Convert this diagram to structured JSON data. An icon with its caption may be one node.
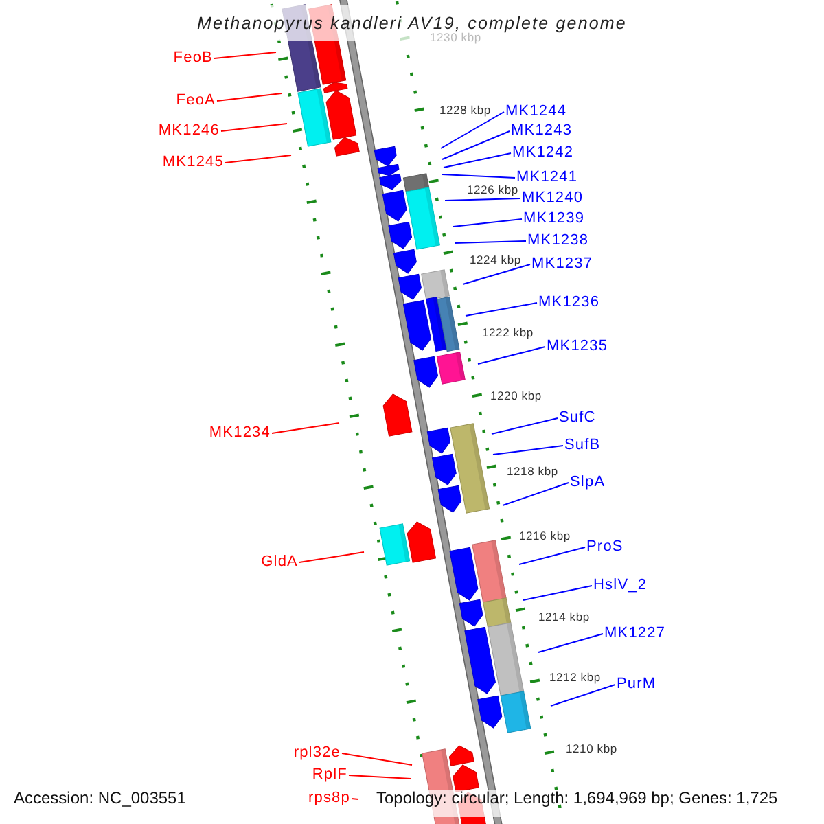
{
  "diagram": {
    "title": "Methanopyrus kandleri AV19, complete genome",
    "nodes": [
      {
        "text": [
          "FeoB"
        ]
      },
      {
        "text": [
          "FeoA"
        ]
      },
      {
        "text": [
          "MK1246"
        ]
      },
      {
        "text": [
          "MK1245"
        ]
      },
      {
        "text": [
          "MK1234"
        ]
      },
      {
        "text": [
          "GldA"
        ]
      },
      {
        "text": [
          "rpl32e"
        ]
      },
      {
        "text": [
          "RplF"
        ]
      },
      {
        "text": [
          "rps8p"
        ]
      },
      {
        "text": [
          "MK1244"
        ]
      },
      {
        "text": [
          "MK1243"
        ]
      },
      {
        "text": [
          "MK1242"
        ]
      },
      {
        "text": [
          "MK1241"
        ]
      },
      {
        "text": [
          "MK1240"
        ]
      },
      {
        "text": [
          "MK1239"
        ]
      },
      {
        "text": [
          "MK1238"
        ]
      },
      {
        "text": [
          "MK1237"
        ]
      },
      {
        "text": [
          "MK1236"
        ]
      },
      {
        "text": [
          "MK1235"
        ]
      },
      {
        "text": [
          "SufC"
        ]
      },
      {
        "text": [
          "SufB"
        ]
      },
      {
        "text": [
          "SlpA"
        ]
      },
      {
        "text": [
          "ProS"
        ]
      },
      {
        "text": [
          "HslV_2"
        ]
      },
      {
        "text": [
          "MK1227"
        ]
      },
      {
        "text": [
          "PurM"
        ]
      }
    ],
    "edges": [
      {
        "from": 0,
        "to": null,
        "arrow": "none",
        "color": "#ff0000"
      },
      {
        "from": 1,
        "to": null,
        "arrow": "none",
        "color": "#ff0000"
      },
      {
        "from": 2,
        "to": null,
        "arrow": "none",
        "color": "#ff0000"
      },
      {
        "from": 3,
        "to": null,
        "arrow": "none",
        "color": "#ff0000"
      },
      {
        "from": 4,
        "to": null,
        "arrow": "none",
        "color": "#ff0000"
      },
      {
        "from": 5,
        "to": null,
        "arrow": "none",
        "color": "#ff0000"
      },
      {
        "from": 6,
        "to": null,
        "arrow": "none",
        "color": "#ff0000"
      },
      {
        "from": 7,
        "to": null,
        "arrow": "none",
        "color": "#ff0000"
      },
      {
        "from": 8,
        "to": null,
        "arrow": "none",
        "color": "#ff0000"
      },
      {
        "from": 9,
        "to": null,
        "arrow": "none"
      },
      {
        "from": 10,
        "to": null,
        "arrow": "none"
      },
      {
        "from": 11,
        "to": null,
        "arrow": "none"
      },
      {
        "from": 12,
        "to": null,
        "arrow": "none"
      },
      {
        "from": 13,
        "to": null,
        "arrow": "none"
      },
      {
        "from": 14,
        "to": null,
        "arrow": "none"
      },
      {
        "from": 15,
        "to": null,
        "arrow": "none"
      },
      {
        "from": 16,
        "to": null,
        "arrow": "none"
      },
      {
        "from": 17,
        "to": null,
        "arrow": "none"
      },
      {
        "from": 18,
        "to": null,
        "arrow": "none"
      },
      {
        "from": 19,
        "to": null,
        "arrow": "none"
      },
      {
        "from": 20,
        "to": null,
        "arrow": "none"
      },
      {
        "from": 21,
        "to": null,
        "arrow": "none"
      },
      {
        "from": 22,
        "to": null,
        "arrow": "none"
      },
      {
        "from": 23,
        "to": null,
        "arrow": "none"
      },
      {
        "from": 24,
        "to": null,
        "arrow": "none"
      },
      {
        "from": 25,
        "to": null,
        "arrow": "none"
      }
    ],
    "labels": [
      "1230 kbp",
      "1228 kbp",
      "1226 kbp",
      "1224 kbp",
      "1222 kbp",
      "1220 kbp",
      "1218 kbp",
      "1216 kbp",
      "1214 kbp",
      "1212 kbp",
      "1210 kbp",
      "Accession: NC_003551",
      "Topology: circular; Length: 1,694,969 bp; Genes: 1,725"
    ]
  }
}
